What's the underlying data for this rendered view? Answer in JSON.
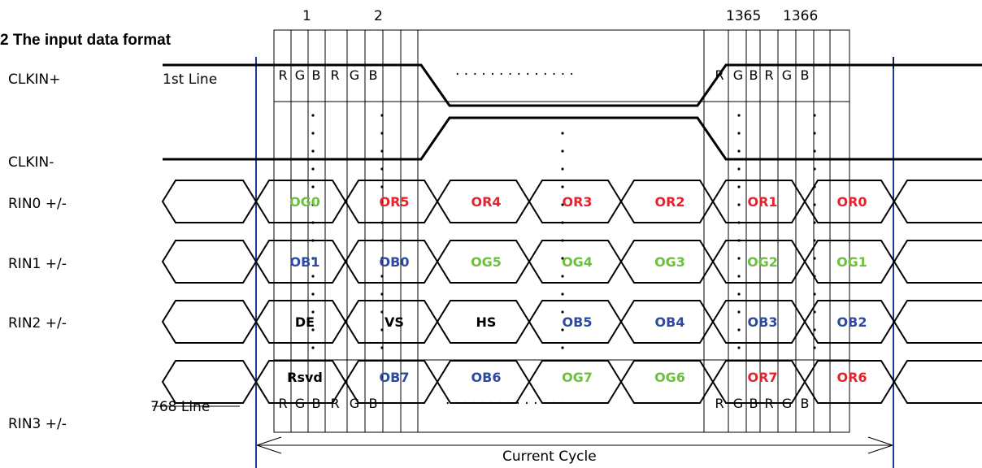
{
  "title": "2 The input data format",
  "signals": {
    "clkin_pos": "CLKIN+",
    "clkin_neg": "CLKIN-",
    "rin0": "RIN0 +/-",
    "rin1": "RIN1 +/-",
    "rin2": "RIN2 +/-",
    "rin3": "RIN3 +/-"
  },
  "pixels": {
    "p1": "1",
    "p2": "2",
    "p1365": "1365",
    "p1366": "1366"
  },
  "lines": {
    "first": "1st Line",
    "last": "768 Line"
  },
  "subpixels": [
    "R",
    "G",
    "B"
  ],
  "ellipsis": ". . . . . . . . . . . . . .",
  "cycle_label": "Current Cycle",
  "colors": {
    "red": "#e8212a",
    "green": "#6cbf3f",
    "blue": "#2e4aa0",
    "black": "#000000",
    "guide": "#1f3a93"
  },
  "rows": {
    "rin0": [
      {
        "text": "OG0",
        "color": "green"
      },
      {
        "text": "OR5",
        "color": "red"
      },
      {
        "text": "OR4",
        "color": "red"
      },
      {
        "text": "OR3",
        "color": "red"
      },
      {
        "text": "OR2",
        "color": "red"
      },
      {
        "text": "OR1",
        "color": "red"
      },
      {
        "text": "OR0",
        "color": "red"
      }
    ],
    "rin1": [
      {
        "text": "OB1",
        "color": "blue"
      },
      {
        "text": "OB0",
        "color": "blue"
      },
      {
        "text": "OG5",
        "color": "green"
      },
      {
        "text": "OG4",
        "color": "green"
      },
      {
        "text": "OG3",
        "color": "green"
      },
      {
        "text": "OG2",
        "color": "green"
      },
      {
        "text": "OG1",
        "color": "green"
      }
    ],
    "rin2": [
      {
        "text": "DE",
        "color": "black"
      },
      {
        "text": "VS",
        "color": "black"
      },
      {
        "text": "HS",
        "color": "black"
      },
      {
        "text": "OB5",
        "color": "blue"
      },
      {
        "text": "OB4",
        "color": "blue"
      },
      {
        "text": "OB3",
        "color": "blue"
      },
      {
        "text": "OB2",
        "color": "blue"
      }
    ],
    "rin3": [
      {
        "text": "Rsvd",
        "color": "black"
      },
      {
        "text": "OB7",
        "color": "blue"
      },
      {
        "text": "OB6",
        "color": "blue"
      },
      {
        "text": "OG7",
        "color": "green"
      },
      {
        "text": "OG6",
        "color": "green"
      },
      {
        "text": "OR7",
        "color": "red"
      },
      {
        "text": "OR6",
        "color": "red"
      }
    ]
  }
}
